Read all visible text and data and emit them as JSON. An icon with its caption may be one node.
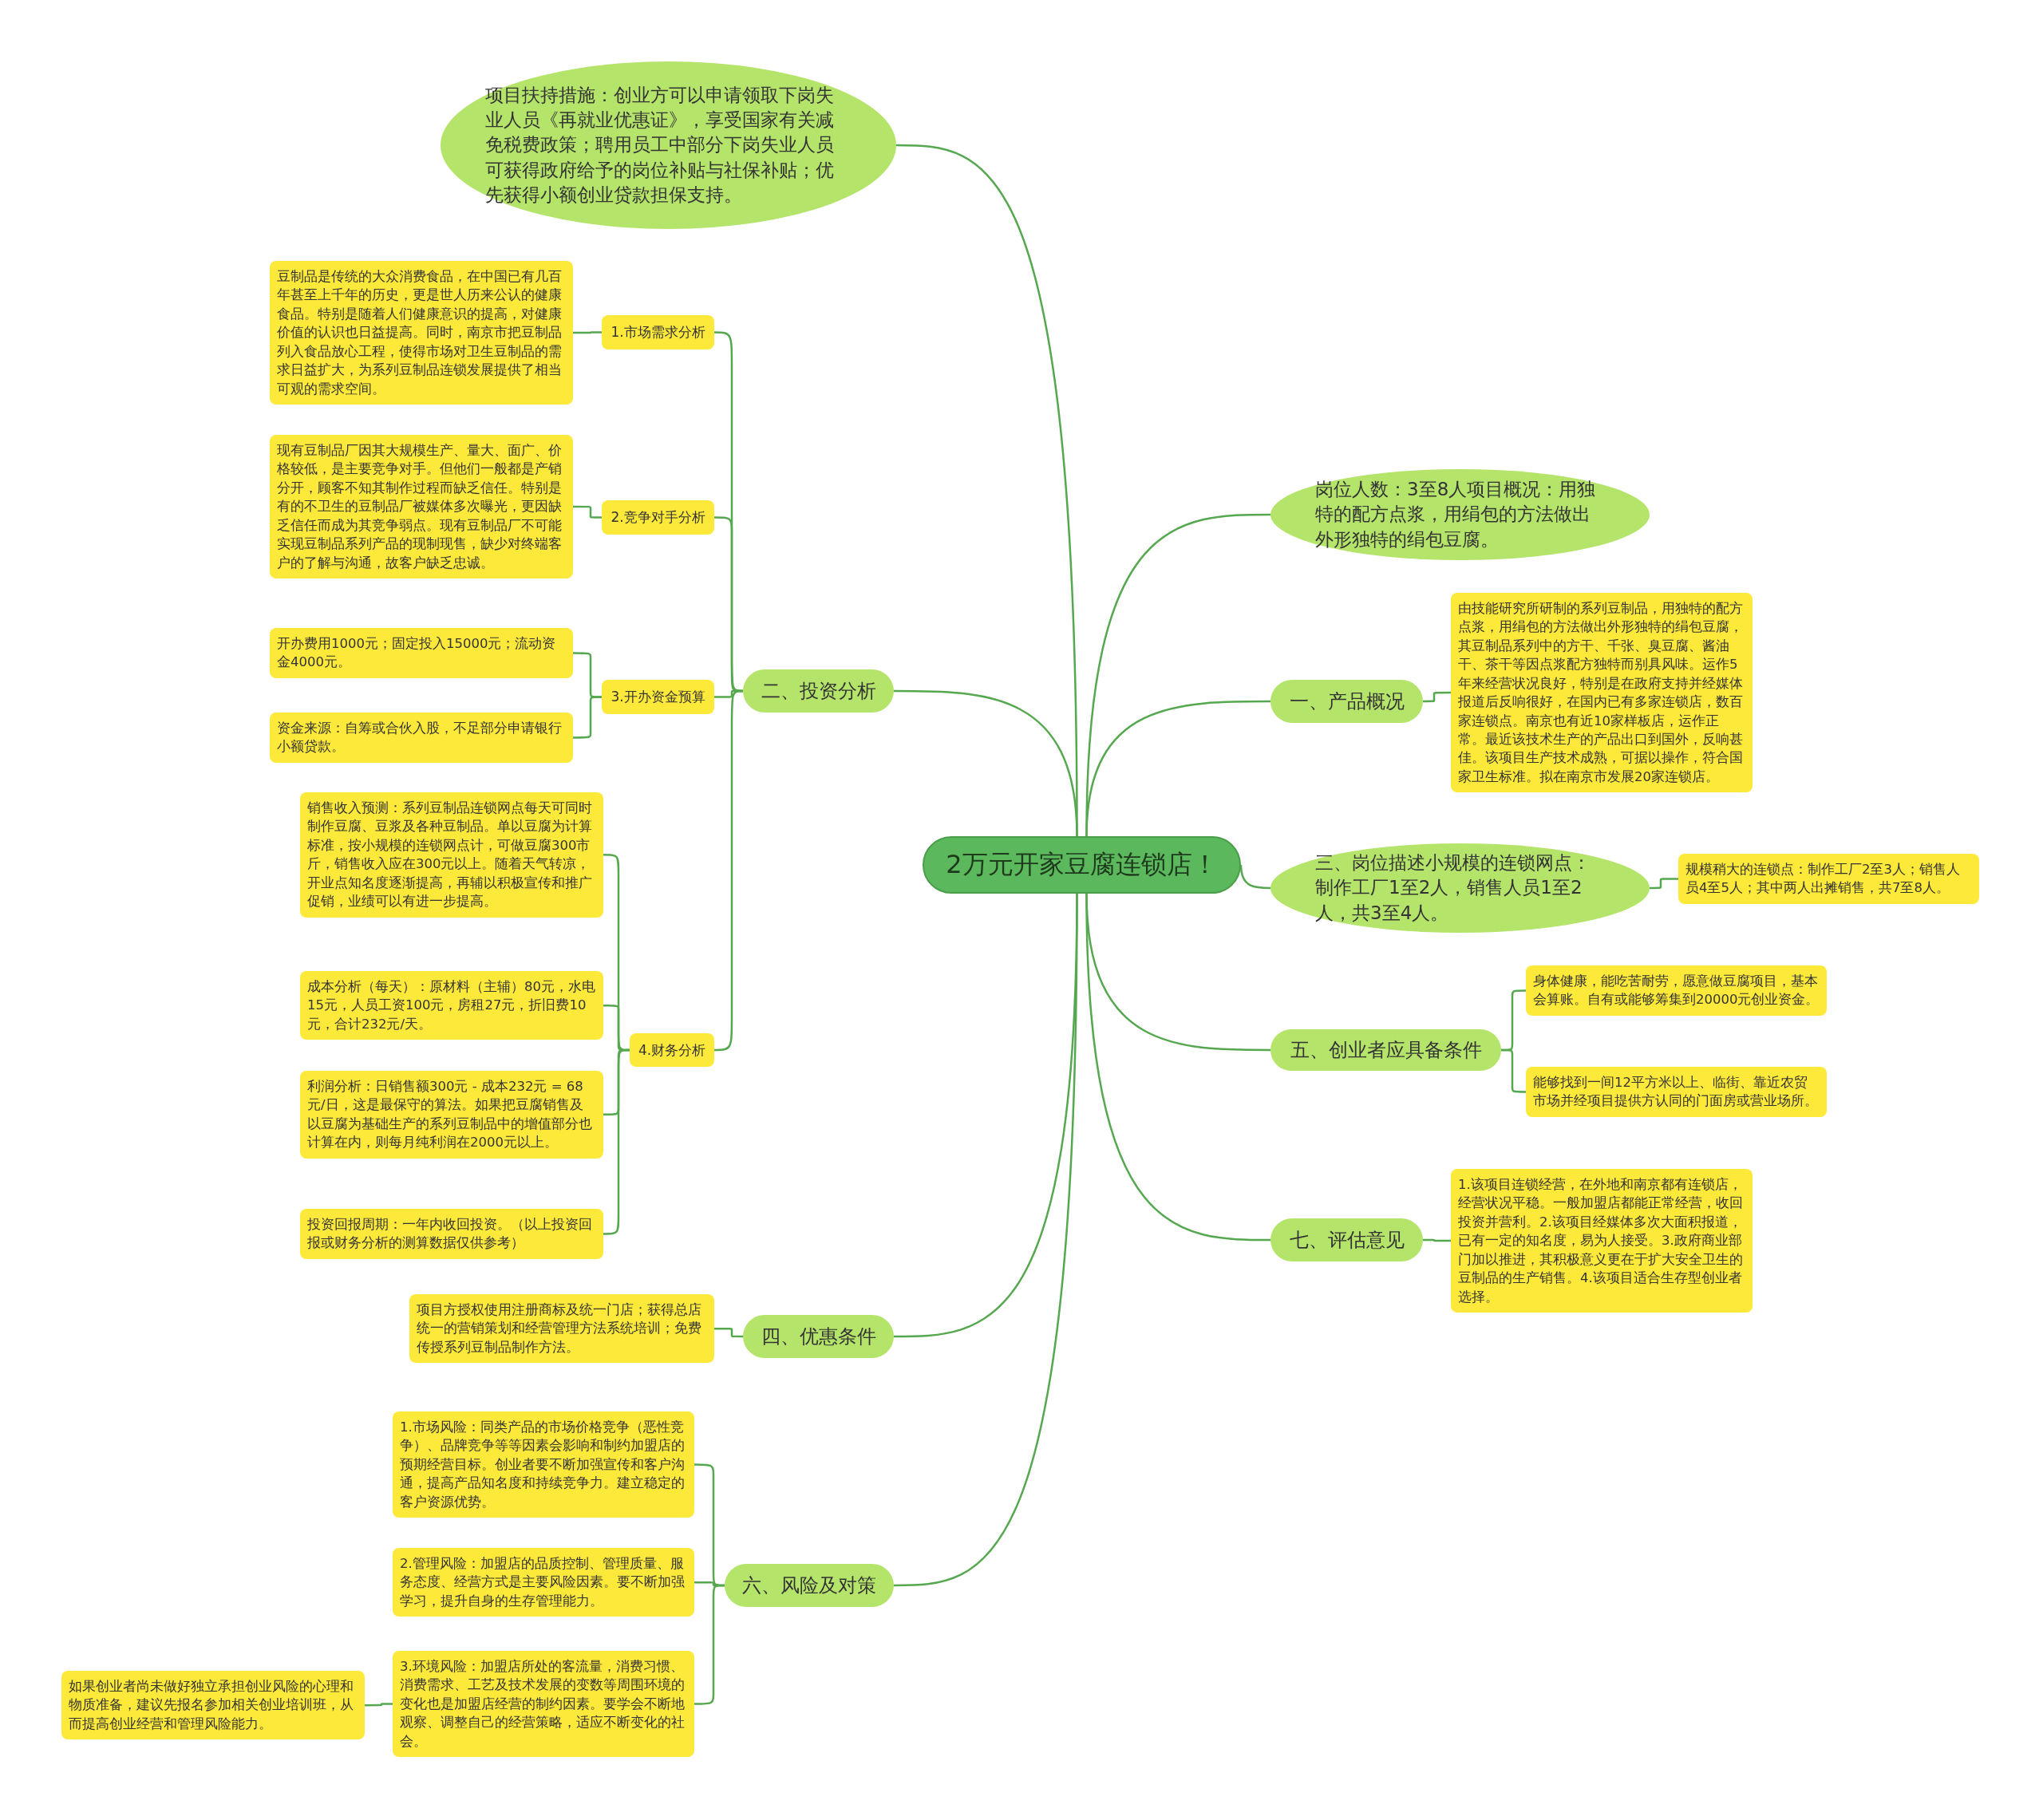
{
  "diagram": {
    "nodes": [
      {
        "text": [
          "2万元开家豆腐连锁店！"
        ]
      },
      {
        "text": [
          "项目扶持措施：创业方可以申请领取下岗失业人员《再就业优惠证》，享受国家有关减免税费政策；聘用员工中部分下岗失业人员可获得政府给予的岗位补贴与社保补贴；优先获得小额创业贷款担保支持。"
        ]
      },
      {
        "text": [
          "二、投资分析"
        ]
      },
      {
        "text": [
          "1.市场需求分析"
        ]
      },
      {
        "text": [
          "豆制品是传统的大众消费食品，在中国已有几百年甚至上千年的历史，更是世人历来公认的健康食品。特别是随着人们健康意识的提高，对健康价值的认识也日益提高。同时，南京市把豆制品列入食品放心工程，使得市场对卫生豆制品的需求日益扩大，为系列豆制品连锁发展提供了相当可观的需求空间。"
        ]
      },
      {
        "text": [
          "2.竞争对手分析"
        ]
      },
      {
        "text": [
          "现有豆制品厂因其大规模生产、量大、面广、价格较低，是主要竞争对手。但他们一般都是产销分开，顾客不知其制作过程而缺乏信任。特别是有的不卫生的豆制品厂被媒体多次曝光，更因缺乏信任而成为其竞争弱点。现有豆制品厂不可能实现豆制品系列产品的现制现售，缺少对终端客户的了解与沟通，故客户缺乏忠诚。"
        ]
      },
      {
        "text": [
          "3.开办资金预算"
        ]
      },
      {
        "text": [
          "开办费用1000元；固定投入15000元；流动资金4000元。"
        ]
      },
      {
        "text": [
          "资金来源：自筹或合伙入股，不足部分申请银行小额贷款。"
        ]
      },
      {
        "text": [
          "4.财务分析"
        ]
      },
      {
        "text": [
          "销售收入预测：系列豆制品连锁网点每天可同时制作豆腐、豆浆及各种豆制品。单以豆腐为计算标准，按小规模的连锁网点计，可做豆腐300市斤，销售收入应在300元以上。随着天气转凉，开业点知名度逐渐提高，再辅以积极宣传和推广促销，业绩可以有进一步提高。"
        ]
      },
      {
        "text": [
          "成本分析（每天）：原材料（主辅）80元，水电15元，人员工资100元，房租27元，折旧费10元，合计232元/天。"
        ]
      },
      {
        "text": [
          "利润分析：日销售额300元 - 成本232元 = 68元/日，这是最保守的算法。如果把豆腐销售及以豆腐为基础生产的系列豆制品中的增值部分也计算在内，则每月纯利润在2000元以上。"
        ]
      },
      {
        "text": [
          "投资回报周期：一年内收回投资。（以上投资回报或财务分析的测算数据仅供参考）"
        ]
      },
      {
        "text": [
          "四、优惠条件"
        ]
      },
      {
        "text": [
          "项目方授权使用注册商标及统一门店；获得总店统一的营销策划和经营管理方法系统培训；免费传授系列豆制品制作方法。"
        ]
      },
      {
        "text": [
          "六、风险及对策"
        ]
      },
      {
        "text": [
          "1.市场风险：同类产品的市场价格竞争（恶性竞争）、品牌竞争等等因素会影响和制约加盟店的预期经营目标。创业者要不断加强宣传和客户沟通，提高产品知名度和持续竞争力。建立稳定的客户资源优势。"
        ]
      },
      {
        "text": [
          "2.管理风险：加盟店的品质控制、管理质量、服务态度、经营方式是主要风险因素。要不断加强学习，提升自身的生存管理能力。"
        ]
      },
      {
        "text": [
          "3.环境风险：加盟店所处的客流量，消费习惯、消费需求、工艺及技术发展的变数等周围环境的变化也是加盟店经营的制约因素。要学会不断地观察、调整自己的经营策略，适应不断变化的社会。"
        ]
      },
      {
        "text": [
          "如果创业者尚未做好独立承担创业风险的心理和物质准备，建议先报名参加相关创业培训班，从而提高创业经营和管理风险能力。"
        ]
      },
      {
        "text": [
          "岗位人数：3至8人项目概况：用独特的配方点浆，用绢包的方法做出外形独特的绢包豆腐。"
        ]
      },
      {
        "text": [
          "一、产品概况"
        ]
      },
      {
        "text": [
          "由技能研究所研制的系列豆制品，用独特的配方点浆，用绢包的方法做出外形独特的绢包豆腐，其豆制品系列中的方干、千张、臭豆腐、酱油干、茶干等因点浆配方独特而别具风味。运作5年来经营状况良好，特别是在政府支持并经媒体报道后反响很好，在国内已有多家连锁店，数百家连锁点。南京也有近10家样板店，运作正常。最近该技术生产的产品出口到国外，反响甚佳。该项目生产技术成熟，可据以操作，符合国家卫生标准。拟在南京市发展20家连锁店。"
        ]
      },
      {
        "text": [
          "三、岗位描述小规模的连锁网点：制作工厂1至2人，销售人员1至2人，共3至4人。"
        ]
      },
      {
        "text": [
          "规模稍大的连锁点：制作工厂2至3人；销售人员4至5人；其中两人出摊销售，共7至8人。"
        ]
      },
      {
        "text": [
          "五、创业者应具备条件"
        ]
      },
      {
        "text": [
          "身体健康，能吃苦耐劳，愿意做豆腐项目，基本会算账。自有或能够筹集到20000元创业资金。"
        ]
      },
      {
        "text": [
          "能够找到一间12平方米以上、临街、靠近农贸市场并经项目提供方认同的门面房或营业场所。"
        ]
      },
      {
        "text": [
          "七、评估意见"
        ]
      },
      {
        "text": [
          "1.该项目连锁经营，在外地和南京都有连锁店，经营状况平稳。一般加盟店都能正常经营，收回投资并营利。2.该项目经媒体多次大面积报道，已有一定的知名度，易为人接受。3.政府商业部门加以推进，其积极意义更在于扩大安全卫生的豆制品的生产销售。4.该项目适合生存型创业者选择。"
        ]
      }
    ],
    "edges": [
      {
        "from": 0,
        "to": 1,
        "arrow": "none"
      },
      {
        "from": 0,
        "to": 2,
        "arrow": "none"
      },
      {
        "from": 2,
        "to": 3,
        "arrow": "none"
      },
      {
        "from": 3,
        "to": 4,
        "arrow": "none"
      },
      {
        "from": 2,
        "to": 5,
        "arrow": "none"
      },
      {
        "from": 5,
        "to": 6,
        "arrow": "none"
      },
      {
        "from": 2,
        "to": 7,
        "arrow": "none"
      },
      {
        "from": 7,
        "to": 8,
        "arrow": "none"
      },
      {
        "from": 7,
        "to": 9,
        "arrow": "none"
      },
      {
        "from": 2,
        "to": 10,
        "arrow": "none"
      },
      {
        "from": 10,
        "to": 11,
        "arrow": "none"
      },
      {
        "from": 10,
        "to": 12,
        "arrow": "none"
      },
      {
        "from": 10,
        "to": 13,
        "arrow": "none"
      },
      {
        "from": 10,
        "to": 14,
        "arrow": "none"
      },
      {
        "from": 0,
        "to": 15,
        "arrow": "none"
      },
      {
        "from": 15,
        "to": 16,
        "arrow": "none"
      },
      {
        "from": 0,
        "to": 17,
        "arrow": "none"
      },
      {
        "from": 17,
        "to": 18,
        "arrow": "none"
      },
      {
        "from": 17,
        "to": 19,
        "arrow": "none"
      },
      {
        "from": 17,
        "to": 20,
        "arrow": "none"
      },
      {
        "from": 20,
        "to": 21,
        "arrow": "none"
      },
      {
        "from": 0,
        "to": 22,
        "arrow": "none"
      },
      {
        "from": 0,
        "to": 23,
        "arrow": "none"
      },
      {
        "from": 23,
        "to": 24,
        "arrow": "none"
      },
      {
        "from": 0,
        "to": 25,
        "arrow": "none"
      },
      {
        "from": 25,
        "to": 26,
        "arrow": "none"
      },
      {
        "from": 0,
        "to": 27,
        "arrow": "none"
      },
      {
        "from": 27,
        "to": 28,
        "arrow": "none"
      },
      {
        "from": 27,
        "to": 29,
        "arrow": "none"
      },
      {
        "from": 0,
        "to": 30,
        "arrow": "none"
      },
      {
        "from": 30,
        "to": 31,
        "arrow": "none"
      }
    ]
  }
}
